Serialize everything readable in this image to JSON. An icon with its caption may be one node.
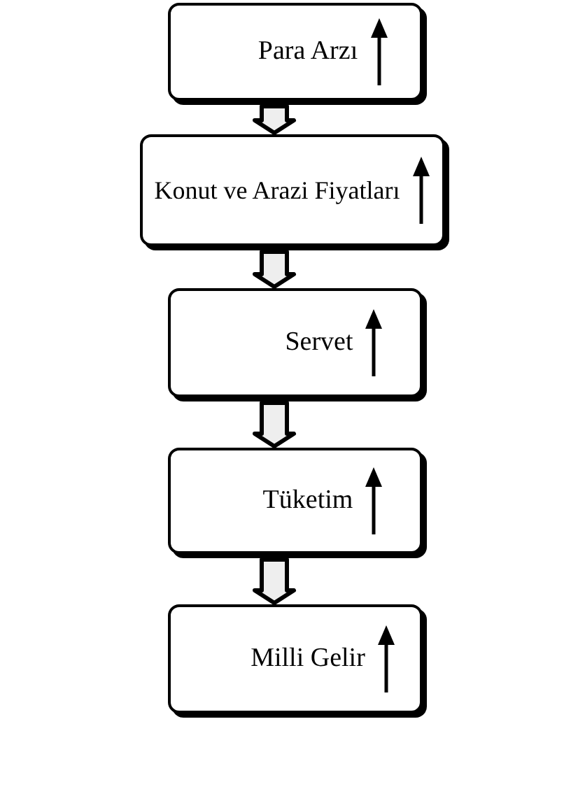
{
  "diagram": {
    "nodes": [
      {
        "text": [
          "Para Arzı"
        ]
      },
      {
        "text": [
          "Konut ve Arazi Fiyatları"
        ]
      },
      {
        "text": [
          "Servet"
        ]
      },
      {
        "text": [
          "Tüketim"
        ]
      },
      {
        "text": [
          "Milli Gelir"
        ]
      }
    ],
    "edges": [
      {
        "from": 0,
        "to": 1,
        "arrow": "to"
      },
      {
        "from": 1,
        "to": 2,
        "arrow": "to"
      },
      {
        "from": 2,
        "to": 3,
        "arrow": "to"
      },
      {
        "from": 3,
        "to": 4,
        "arrow": "to"
      }
    ]
  }
}
